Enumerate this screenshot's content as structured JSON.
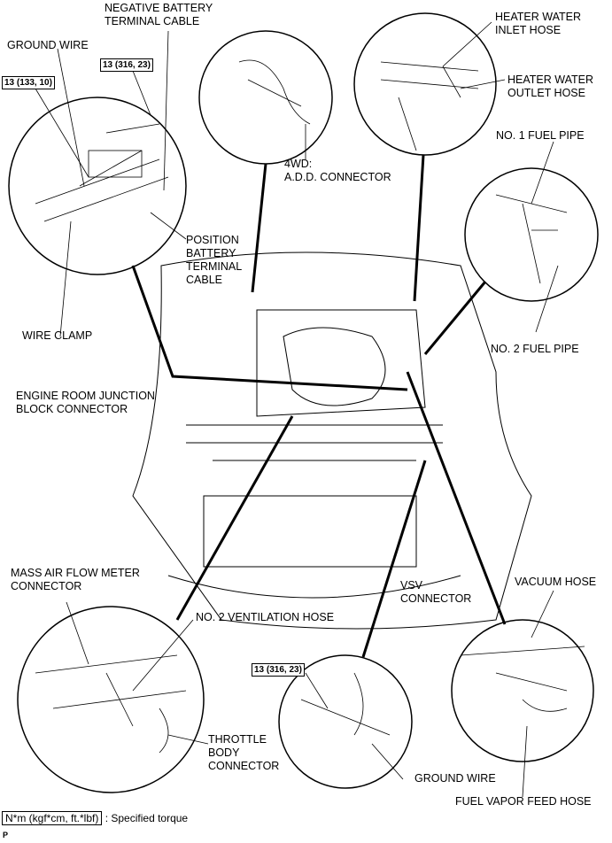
{
  "labels": {
    "negative_battery": [
      "NEGATIVE BATTERY",
      "TERMINAL CABLE"
    ],
    "ground_wire_top": "GROUND WIRE",
    "heater_inlet": [
      "HEATER WATER",
      "INLET HOSE"
    ],
    "heater_outlet": [
      "HEATER WATER",
      "OUTLET HOSE"
    ],
    "no1_fuel_pipe": "NO. 1 FUEL PIPE",
    "add_connector": [
      "4WD:",
      "A.D.D. CONNECTOR"
    ],
    "position_battery": [
      "POSITION",
      "BATTERY",
      "TERMINAL",
      "CABLE"
    ],
    "wire_clamp": "WIRE CLAMP",
    "no2_fuel_pipe": "NO. 2 FUEL PIPE",
    "junction_block": [
      "ENGINE ROOM JUNCTION",
      "BLOCK CONNECTOR"
    ],
    "mass_air_flow": [
      "MASS AIR FLOW METER",
      "CONNECTOR"
    ],
    "vsv_connector": [
      "VSV",
      "CONNECTOR"
    ],
    "vacuum_hose": "VACUUM HOSE",
    "no2_ventilation": "NO. 2 VENTILATION HOSE",
    "throttle_body": [
      "THROTTLE",
      "BODY",
      "CONNECTOR"
    ],
    "ground_wire_bottom": "GROUND WIRE",
    "fuel_vapor": "FUEL VAPOR FEED HOSE"
  },
  "torque": {
    "ground_left": "13 (133, 10)",
    "negative_top": "13 (316, 23)",
    "ground_bottom": "13 (316, 23)"
  },
  "legend": {
    "box": "N*m (kgf*cm, ft.*lbf)",
    "text": ": Specified torque"
  },
  "code": "P"
}
